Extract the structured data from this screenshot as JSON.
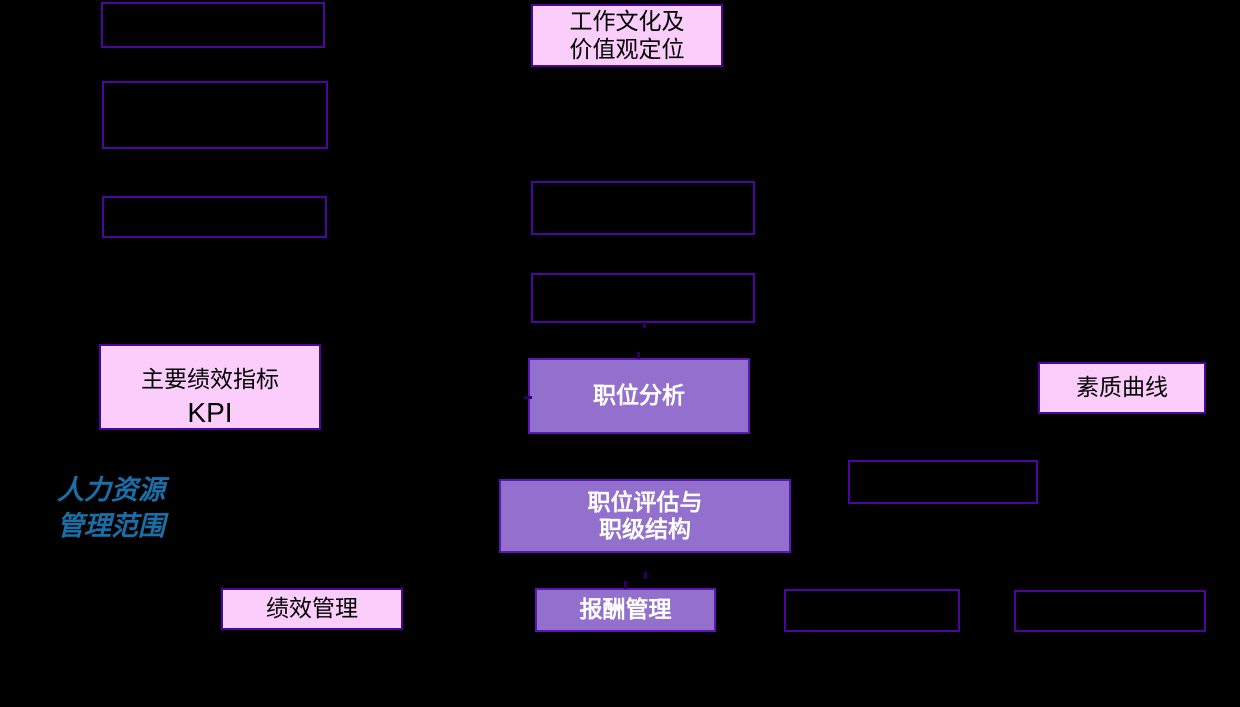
{
  "diagram": {
    "title_label": "人力资源\n管理范围",
    "colors": {
      "background": "#000000",
      "pink_fill": "#FBCDFB",
      "purple_fill": "#9370CD",
      "border_purple": "#4B069F",
      "scope_text_blue": "#1B6FA8",
      "purple_text": "#FFFFFF",
      "pink_text": "#000000"
    },
    "nodes": [
      {
        "id": "n1",
        "label": "",
        "style": "empty"
      },
      {
        "id": "n2",
        "label": "",
        "style": "empty"
      },
      {
        "id": "n3",
        "label": "",
        "style": "empty"
      },
      {
        "id": "n4",
        "label": "工作文化及\n价值观定位",
        "style": "pink"
      },
      {
        "id": "n5",
        "label": "",
        "style": "empty"
      },
      {
        "id": "n6",
        "label": "",
        "style": "empty"
      },
      {
        "id": "n7",
        "label": "主要绩效指标",
        "style": "pink"
      },
      {
        "id": "n8",
        "label": "职位分析",
        "style": "purple"
      },
      {
        "id": "n9",
        "label": "素质曲线",
        "style": "pink"
      },
      {
        "id": "n10",
        "label": "",
        "style": "empty"
      },
      {
        "id": "n11",
        "label": "职位评估与\n职级结构",
        "style": "purple"
      },
      {
        "id": "n12",
        "label": "绩效管理",
        "style": "pink"
      },
      {
        "id": "n13",
        "label": "报酬管理",
        "style": "purple"
      },
      {
        "id": "n14",
        "label": "",
        "style": "empty"
      },
      {
        "id": "n15",
        "label": "",
        "style": "empty"
      }
    ],
    "kpi_overflow_label": "KPI"
  }
}
